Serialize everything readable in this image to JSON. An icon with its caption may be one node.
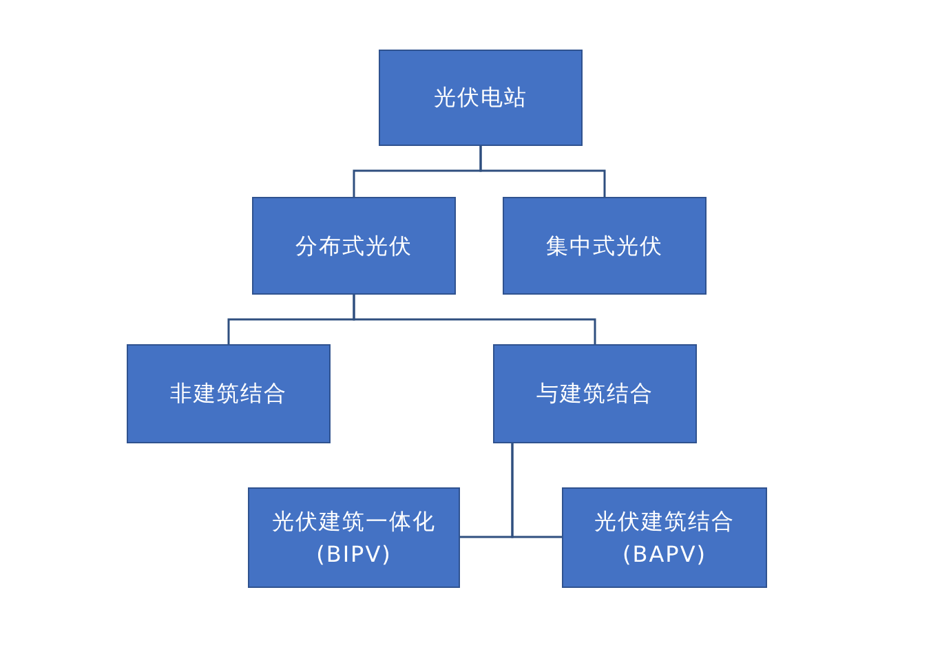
{
  "diagram": {
    "nodes": [
      {
        "text": [
          "光伏电站"
        ]
      },
      {
        "text": [
          "分布式光伏"
        ]
      },
      {
        "text": [
          "集中式光伏"
        ]
      },
      {
        "text": [
          "非建筑结合"
        ]
      },
      {
        "text": [
          "与建筑结合"
        ]
      },
      {
        "text": [
          "光伏建筑一体化(BIPV)"
        ]
      },
      {
        "text": [
          "光伏建筑结合(BAPV)"
        ]
      }
    ],
    "edges": [
      {
        "from": 0,
        "to": 1,
        "arrow": "none"
      },
      {
        "from": 0,
        "to": 2,
        "arrow": "none"
      },
      {
        "from": 1,
        "to": 3,
        "arrow": "none"
      },
      {
        "from": 1,
        "to": 4,
        "arrow": "none"
      },
      {
        "from": 4,
        "to": 5,
        "arrow": "none"
      },
      {
        "from": 4,
        "to": 6,
        "arrow": "none"
      }
    ]
  }
}
